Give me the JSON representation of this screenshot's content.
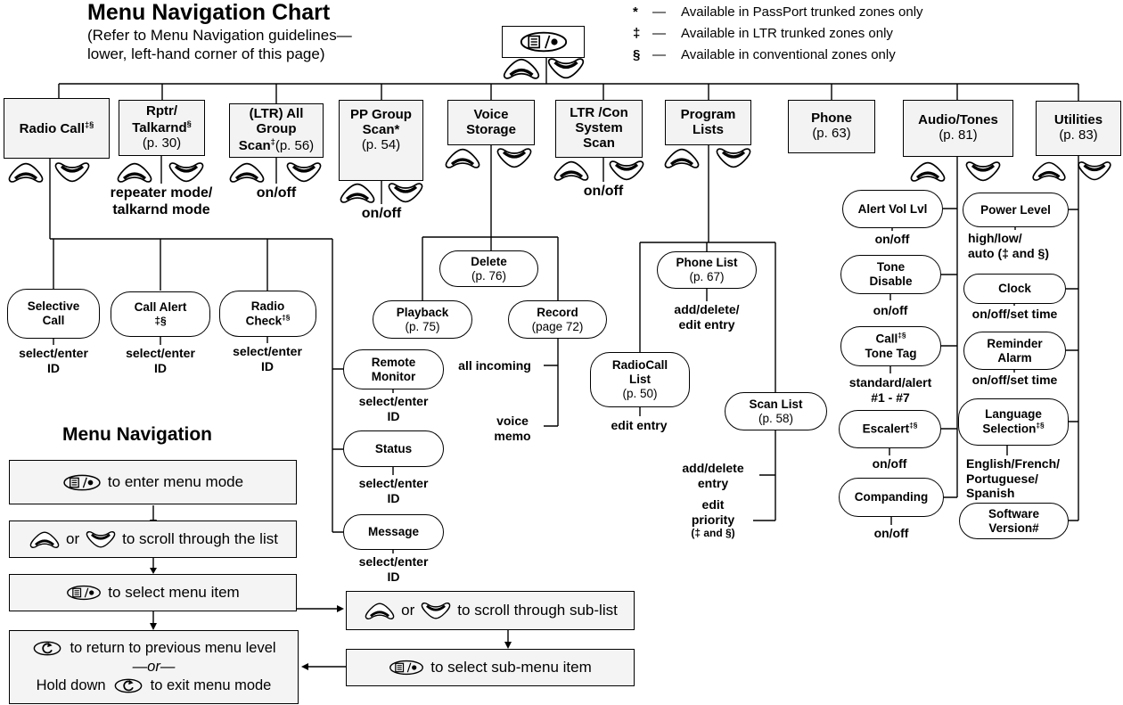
{
  "header": {
    "title": "Menu Navigation Chart",
    "subtitle1": "(Refer to Menu Navigation guidelines—",
    "subtitle2": "lower, left-hand corner of this page)"
  },
  "legend": [
    {
      "sym": "*",
      "dash": "—",
      "text": "Available in PassPort trunked zones only"
    },
    {
      "sym": "‡",
      "dash": "—",
      "text": "Available in LTR trunked zones only"
    },
    {
      "sym": "§",
      "dash": "—",
      "text": "Available in conventional zones only"
    }
  ],
  "menus": {
    "radio_call": {
      "label": "Radio Call",
      "sup": "‡§"
    },
    "rptr": {
      "l1": "Rptr/",
      "l2": "Talkarnd",
      "l2sup": "§",
      "l3": "(p. 30)",
      "note1": "repeater mode/",
      "note2": "talkarnd mode"
    },
    "ltr_all": {
      "l1": "(LTR) All",
      "l2": "Group",
      "l3a": "Scan",
      "l3sup": "‡",
      "l3b": "(p. 56)",
      "note": "on/off"
    },
    "pp_group": {
      "l1": "PP Group",
      "l2": "Scan*",
      "l3": "(p. 54)",
      "note": "on/off"
    },
    "voice_storage": {
      "l1": "Voice",
      "l2": "Storage"
    },
    "ltr_con": {
      "l1": "LTR /Con",
      "l2": "System",
      "l3": "Scan",
      "note": "on/off"
    },
    "program_lists": {
      "l1": "Program",
      "l2": "Lists"
    },
    "phone": {
      "l1": "Phone",
      "l2": "(p. 63)"
    },
    "audio_tones": {
      "l1": "Audio/Tones",
      "l2": "(p. 81)"
    },
    "utilities": {
      "l1": "Utilities",
      "l2": "(p. 83)"
    }
  },
  "nodes": {
    "selective_call": {
      "l1": "Selective",
      "l2": "Call",
      "note1": "select/enter",
      "note2": "ID"
    },
    "call_alert": {
      "l1": "Call Alert",
      "l2": "‡§",
      "note1": "select/enter",
      "note2": "ID"
    },
    "radio_check": {
      "l1": "Radio",
      "l2": "Check",
      "l2sup": "‡§",
      "note1": "select/enter",
      "note2": "ID"
    },
    "remote_monitor": {
      "l1": "Remote",
      "l2": "Monitor",
      "note1": "select/enter",
      "note2": "ID"
    },
    "status": {
      "l1": "Status",
      "note1": "select/enter",
      "note2": "ID"
    },
    "message": {
      "l1": "Message",
      "note1": "select/enter",
      "note2": "ID"
    },
    "delete": {
      "l1": "Delete",
      "l2": "(p. 76)"
    },
    "playback": {
      "l1": "Playback",
      "l2": "(p. 75)"
    },
    "record": {
      "l1": "Record",
      "l2": "(page 72)"
    },
    "all_incoming": "all incoming",
    "voice_memo1": "voice",
    "voice_memo2": "memo",
    "phone_list": {
      "l1": "Phone List",
      "l2": "(p. 67)",
      "note1": "add/delete/",
      "note2": "edit entry"
    },
    "radiocall_list": {
      "l1": "RadioCall",
      "l2": "List",
      "l3": "(p. 50)",
      "note": "edit entry"
    },
    "scan_list": {
      "l1": "Scan List",
      "l2": "(p. 58)"
    },
    "add_delete1": "add/delete",
    "add_delete2": "entry",
    "edit_priority1": "edit",
    "edit_priority2": "priority",
    "edit_priority3": "(‡ and §)",
    "alert_vol": {
      "l1": "Alert Vol Lvl",
      "note": "on/off"
    },
    "tone_disable": {
      "l1": "Tone",
      "l2": "Disable",
      "note": "on/off"
    },
    "call_tone_tag": {
      "l1": "Call",
      "l1sup": "‡§",
      "l2": "Tone Tag",
      "note1": "standard/alert",
      "note2": "#1 - #7"
    },
    "escalert": {
      "l1": "Escalert",
      "l1sup": "‡§",
      "note": "on/off"
    },
    "companding": {
      "l1": "Companding",
      "note": "on/off"
    },
    "power_level": {
      "l1": "Power Level",
      "note1": "high/low/",
      "note2": "auto (‡ and §)"
    },
    "clock": {
      "l1": "Clock",
      "note": "on/off/set time"
    },
    "reminder_alarm": {
      "l1": "Reminder",
      "l2": "Alarm",
      "note": "on/off/set time"
    },
    "language": {
      "l1": "Language",
      "l2": "Selection",
      "l2sup": "‡§",
      "note1": "English/French/",
      "note2": "Portuguese/",
      "note3": "Spanish"
    },
    "software_version": {
      "l1": "Software",
      "l2": "Version#"
    }
  },
  "guide": {
    "heading": "Menu Navigation",
    "step1": "to enter menu mode",
    "step2_or": "or",
    "step2": "to scroll through the list",
    "step3": "to select menu item",
    "step4a": "to return to previous menu level",
    "step4b": "—or—",
    "step4c_pre": "Hold down",
    "step4c": "to exit menu mode",
    "step5_or": "or",
    "step5": "to scroll through sub-list",
    "step6": "to select sub-menu item"
  }
}
